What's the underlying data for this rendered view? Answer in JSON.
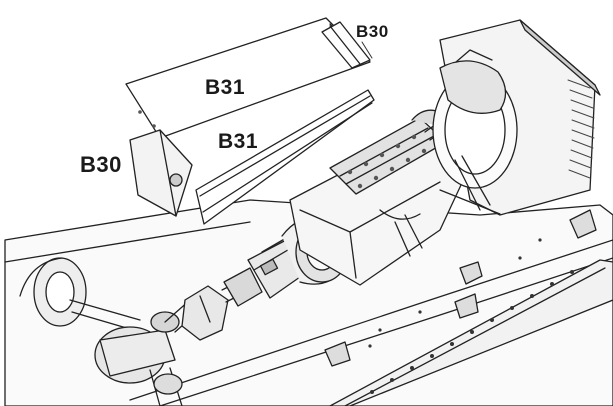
{
  "labels": {
    "b30_top": "B30",
    "b31_top": "B31",
    "b31_mid": "B31",
    "b30_left": "B30"
  },
  "colors": {
    "line": "#222222",
    "shade": "#b9b9b9",
    "background": "#ffffff"
  }
}
